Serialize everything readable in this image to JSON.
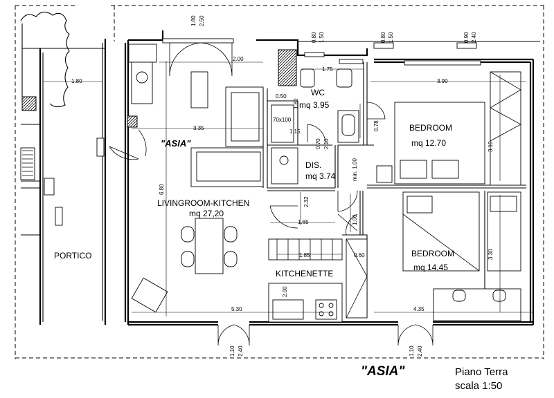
{
  "plan": {
    "title": "\"ASIA\"",
    "inner_title": "\"ASIA\"",
    "floor": "Piano Terra",
    "scale": "scala 1:50"
  },
  "rooms": {
    "wc": {
      "name": "WC",
      "area": "mq 3.95"
    },
    "dis": {
      "name": "DIS.",
      "area": "mq 3.74"
    },
    "bedroom1": {
      "name": "BEDROOM",
      "area": "mq 12.70"
    },
    "bedroom2": {
      "name": "BEDROOM",
      "area": "mq 14,45"
    },
    "living": {
      "name": "LIVINGROOM-KITCHEN",
      "area": "mq 27,20"
    },
    "kitchenette": {
      "name": "KITCHENETTE"
    },
    "portico": {
      "name": "PORTICO"
    }
  },
  "dimensions": {
    "d_180_top": "1.80",
    "d_250_top": "2.50",
    "d_080_a": "0.80",
    "d_150_a": "1.50",
    "d_080_b": "0.80",
    "d_150_b": "1.50",
    "d_090": "0.90",
    "d_240_top": "2.40",
    "d_portico": "1.80",
    "d_200_a": "2.00",
    "d_175": "1.75",
    "d_390": "3.90",
    "d_050": "0.50",
    "d_180_wc": "1.80",
    "d_335": "3.35",
    "d_115": "1.15",
    "d_070": "0.70",
    "d_210": "2.10",
    "d_078": "0.78",
    "d_310": "3.10",
    "d_70x100": "70x100",
    "d_min100": "min. 1.00",
    "d_680": "6.80",
    "d_232": "2.32",
    "d_165": "1.65",
    "d_100": "1.00",
    "d_185": "1.85",
    "d_060": "0.60",
    "d_330": "3.30",
    "d_200_k": "2.00",
    "d_530": "5.30",
    "d_435": "4.35",
    "d_110_a": "1.10",
    "d_240_a": "2.40",
    "d_110_b": "1.10",
    "d_240_b": "2.40"
  }
}
